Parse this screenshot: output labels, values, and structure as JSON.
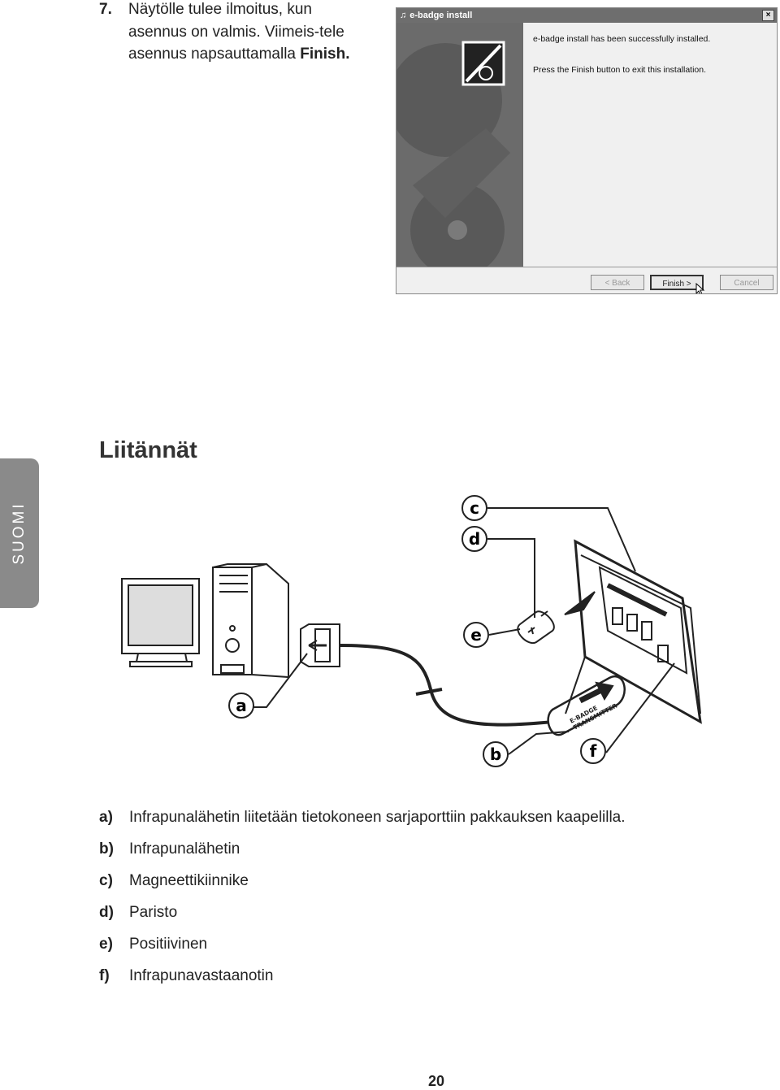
{
  "step": {
    "number": "7.",
    "text": "Näytölle tulee ilmoitus, kun asennus on valmis. Viimeis-tele asennus napsauttamalla",
    "bold": "Finish."
  },
  "dialog": {
    "title": "e-badge install",
    "close": "×",
    "message1": "e-badge install has been successfully installed.",
    "message2": "Press the Finish button to exit this installation.",
    "buttons": {
      "back": "< Back",
      "finish": "Finish >",
      "cancel": "Cancel"
    }
  },
  "side_tab": "SUOMI",
  "heading": "Liitännät",
  "diagram": {
    "callouts": {
      "a": "a",
      "b": "b",
      "c": "c",
      "d": "d",
      "e": "e",
      "f": "f"
    },
    "transmitter_label_1": "E-BADGE",
    "transmitter_label_2": "TRANSMITTER"
  },
  "legend": [
    {
      "key": "a)",
      "text": "Infrapunalähetin liitetään tietokoneen sarjaporttiin pakkauksen kaapelilla."
    },
    {
      "key": "b)",
      "text": "Infrapunalähetin"
    },
    {
      "key": "c)",
      "text": "Magneettikiinnike"
    },
    {
      "key": "d)",
      "text": "Paristo"
    },
    {
      "key": "e)",
      "text": "Positiivinen"
    },
    {
      "key": "f)",
      "text": "Infrapunavastaanotin"
    }
  ],
  "page_number": "20"
}
